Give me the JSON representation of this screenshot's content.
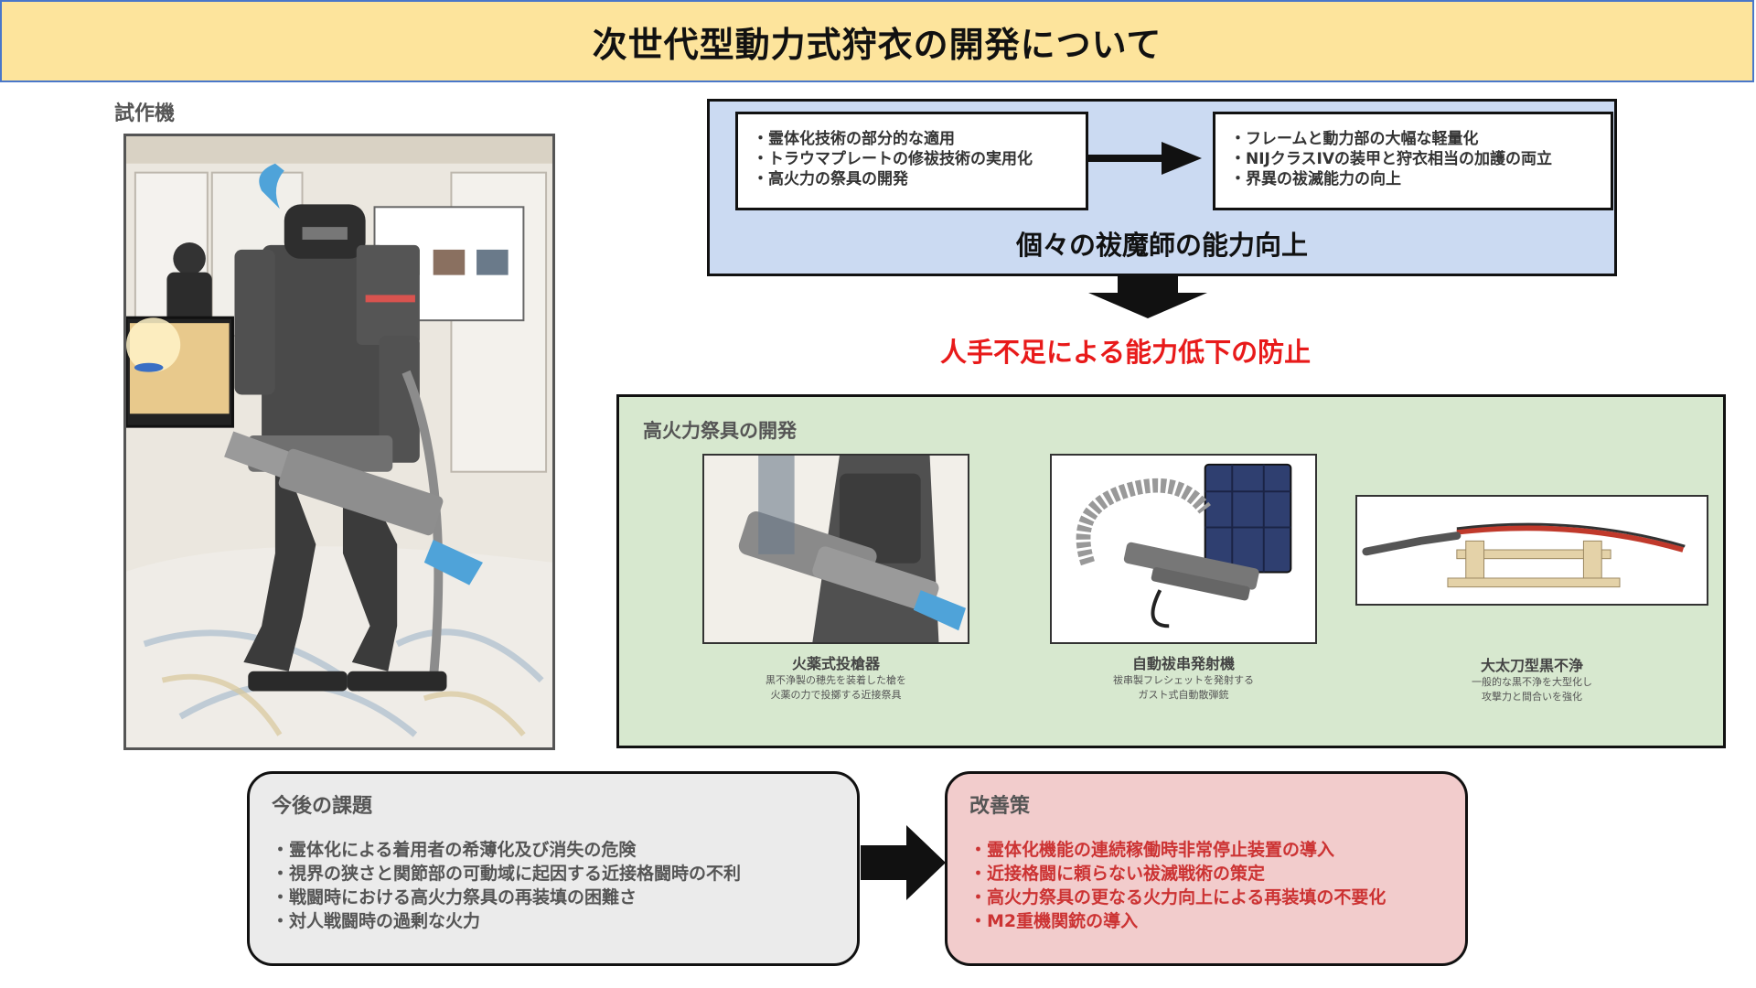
{
  "title": "次世代型動力式狩衣の開発について",
  "prototype": {
    "label": "試作機"
  },
  "plan": {
    "before": [
      "・霊体化技術の部分的な適用",
      "・トラウマプレートの修祓技術の実用化",
      "・高火力の祭具の開発"
    ],
    "after": [
      "・フレームと動力部の大幅な軽量化",
      "・NIJクラスIVの装甲と狩衣相当の加護の両立",
      "・界異の祓滅能力の向上"
    ],
    "subtitle": "個々の祓魔師の能力向上"
  },
  "result": "人手不足による能力低下の防止",
  "firepower": {
    "title": "高火力祭具の開発",
    "items": [
      {
        "name": "火薬式投槍器",
        "desc1": "黒不浄製の穂先を装着した槍を",
        "desc2": "火薬の力で投擲する近接祭具"
      },
      {
        "name": "自動祓串発射機",
        "desc1": "祓串製フレシェットを発射する",
        "desc2": "ガスト式自動散弾銃"
      },
      {
        "name": "大太刀型黒不浄",
        "desc1": "一般的な黒不浄を大型化し",
        "desc2": "攻撃力と間合いを強化"
      }
    ]
  },
  "issues": {
    "title": "今後の課題",
    "items": [
      "・霊体化による着用者の希薄化及び消失の危険",
      "・視界の狭さと関節部の可動域に起因する近接格闘時の不利",
      "・戦闘時における高火力祭具の再装填の困難さ",
      "・対人戦闘時の過剰な火力"
    ]
  },
  "improvements": {
    "title": "改善策",
    "items": [
      "・霊体化機能の連続稼働時非常停止装置の導入",
      "・近接格闘に頼らない祓滅戦術の策定",
      "・高火力祭具の更なる火力向上による再装填の不要化",
      "・M2重機関銃の導入"
    ]
  },
  "colors": {
    "title_bg": "#fde49c",
    "plan_bg": "#cbdaf2",
    "fire_bg": "#d7e8cf",
    "issues_bg": "#ebebeb",
    "improve_bg": "#f2cccc",
    "alert": "#e81a1a"
  }
}
